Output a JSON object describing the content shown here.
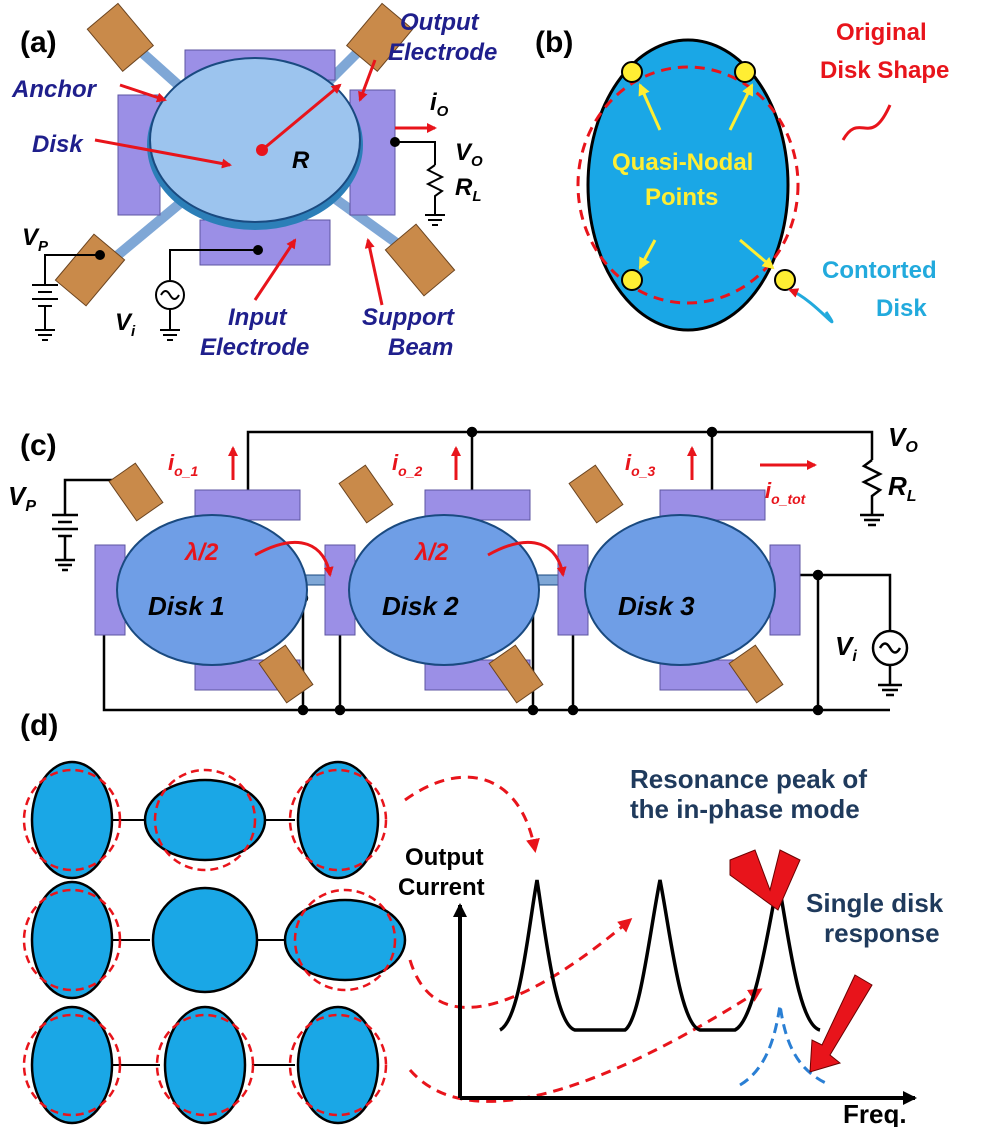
{
  "panels": {
    "a": {
      "tag": "(a)",
      "anchor": "Anchor",
      "disk": "Disk",
      "radius": "R",
      "output_electrode_1": "Output",
      "output_electrode_2": "Electrode",
      "input_electrode_1": "Input",
      "input_electrode_2": "Electrode",
      "support_beam_1": "Support",
      "support_beam_2": "Beam",
      "io": "i",
      "io_sub": "O",
      "vo": "V",
      "vo_sub": "O",
      "rl": "R",
      "rl_sub": "L",
      "vp": "V",
      "vp_sub": "P",
      "vi": "V",
      "vi_sub": "i"
    },
    "b": {
      "tag": "(b)",
      "original_1": "Original",
      "original_2": "Disk Shape",
      "quasi_1": "Quasi-Nodal",
      "quasi_2": "Points",
      "contorted_1": "Contorted",
      "contorted_2": "Disk"
    },
    "c": {
      "tag": "(c)",
      "disk1": "Disk 1",
      "disk2": "Disk 2",
      "disk3": "Disk 3",
      "lambda1": "λ/2",
      "lambda2": "λ/2",
      "io1": "i",
      "io1_sub": "o_1",
      "io2": "i",
      "io2_sub": "o_2",
      "io3": "i",
      "io3_sub": "o_3",
      "iotot": "i",
      "iotot_sub": "o_tot",
      "vo": "V",
      "vo_sub": "O",
      "rl": "R",
      "rl_sub": "L",
      "vp": "V",
      "vp_sub": "P",
      "vi": "V",
      "vi_sub": "i"
    },
    "d": {
      "tag": "(d)",
      "ylabel_1": "Output",
      "ylabel_2": "Current",
      "xlabel": "Freq.",
      "resonance_1": "Resonance peak of",
      "resonance_2": "the in-phase mode",
      "single_1": "Single disk",
      "single_2": "response"
    }
  },
  "colors": {
    "disk_fill": "#1aa7e6",
    "disk_c_fill": "#6f9ee6",
    "electrode": "#9b8fe6",
    "anchor": "#c98a4a",
    "label_navy": "#1f1f8c",
    "label_red": "#e8141b",
    "label_yellow": "#ffee33",
    "label_cyan": "#22aadd",
    "dark_navy": "#1f3a5c",
    "dashed_blue": "#2a7fd4"
  }
}
